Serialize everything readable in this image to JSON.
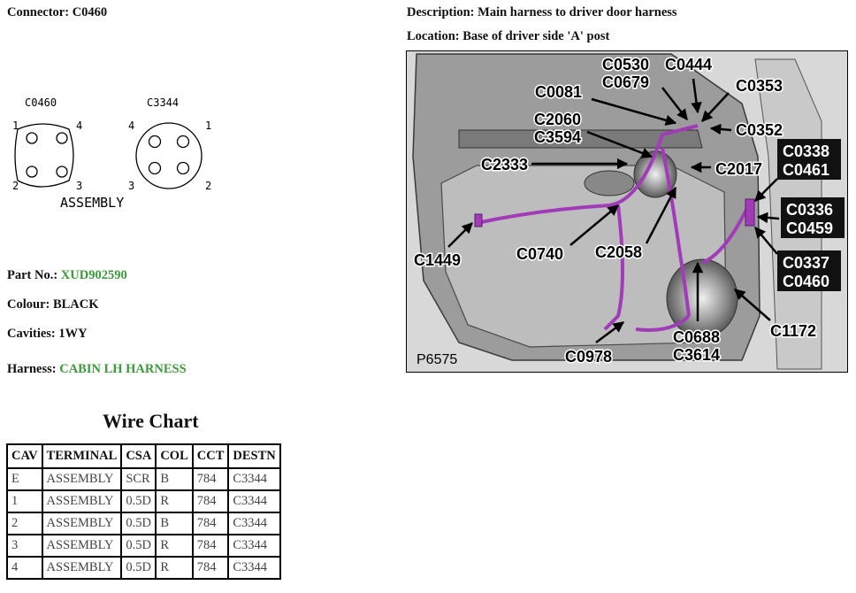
{
  "connector": {
    "label": "Connector:",
    "value": "C0460"
  },
  "description": {
    "label": "Description:",
    "value": "Main harness to driver door harness"
  },
  "location": {
    "label": "Location:",
    "value": "Base of driver side 'A' post"
  },
  "diagram": {
    "left_name": "C0460",
    "right_name": "C3344",
    "left_pins": [
      "1",
      "4",
      "2",
      "3"
    ],
    "right_pins": [
      "4",
      "1",
      "3",
      "2"
    ],
    "caption": "ASSEMBLY"
  },
  "part_no": {
    "label": "Part No.:",
    "value": "XUD902590"
  },
  "colour": {
    "label": "Colour:",
    "value": "BLACK"
  },
  "cavities": {
    "label": "Cavities:",
    "value": "1WY"
  },
  "harness": {
    "label": "Harness:",
    "value": "CABIN LH HARNESS"
  },
  "wire_chart": {
    "title": "Wire Chart",
    "headers": [
      "CAV",
      "TERMINAL",
      "CSA",
      "COL",
      "CCT",
      "DESTN"
    ],
    "rows": [
      [
        "E",
        "ASSEMBLY",
        "SCR",
        "B",
        "784",
        "C3344"
      ],
      [
        "1",
        "ASSEMBLY",
        "0.5D",
        "R",
        "784",
        "C3344"
      ],
      [
        "2",
        "ASSEMBLY",
        "0.5D",
        "B",
        "784",
        "C3344"
      ],
      [
        "3",
        "ASSEMBLY",
        "0.5D",
        "R",
        "784",
        "C3344"
      ],
      [
        "4",
        "ASSEMBLY",
        "0.5D",
        "R",
        "784",
        "C3344"
      ]
    ]
  },
  "figure": {
    "ref": "P6575",
    "labels": {
      "c0530": "C0530",
      "c0679": "C0679",
      "c0444": "C0444",
      "c0353": "C0353",
      "c0081": "C0081",
      "c0352": "C0352",
      "c2060": "C2060",
      "c3594": "C3594",
      "c2333": "C2333",
      "c2017": "C2017",
      "c0338": "C0338",
      "c0461": "C0461",
      "c0336": "C0336",
      "c0459": "C0459",
      "c0337": "C0337",
      "c0460": "C0460",
      "c1449": "C1449",
      "c0740": "C0740",
      "c2058": "C2058",
      "c1172": "C1172",
      "c0688": "C0688",
      "c3614": "C3614",
      "c0978": "C0978"
    }
  }
}
